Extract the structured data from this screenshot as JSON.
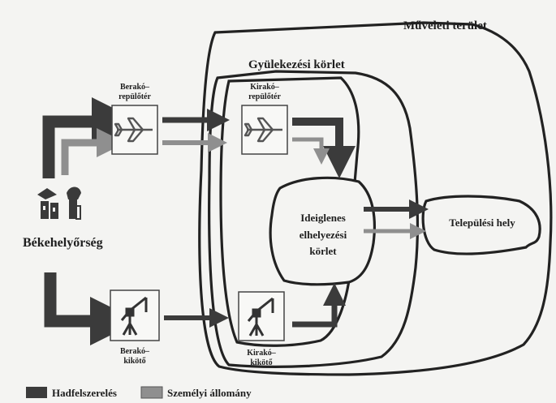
{
  "regions": {
    "operational": "Műveleti terület",
    "assembly": "Gyülekezési körlet",
    "temporary": [
      "Ideiglenes",
      "elhelyezési",
      "körlet"
    ],
    "settlement": "Települési hely"
  },
  "nodes": {
    "home": "Békehelyőrség",
    "embark_airport": [
      "Berakó–",
      "repülőtér"
    ],
    "disembark_airport": [
      "Kirakó–",
      "repülőtér"
    ],
    "embark_port": [
      "Berakó–",
      "kikötő"
    ],
    "disembark_port": [
      "Kirakó–",
      "kikötő"
    ]
  },
  "legend": {
    "equipment": "Hadfelszerelés",
    "personnel": "Személyi állomány"
  },
  "colors": {
    "equipment": "#3b3b3b",
    "personnel": "#8f8f8f",
    "outline": "#222222",
    "background": "#f4f4f2"
  },
  "icons": [
    "airplane-icon",
    "crane-icon",
    "building-icon"
  ]
}
